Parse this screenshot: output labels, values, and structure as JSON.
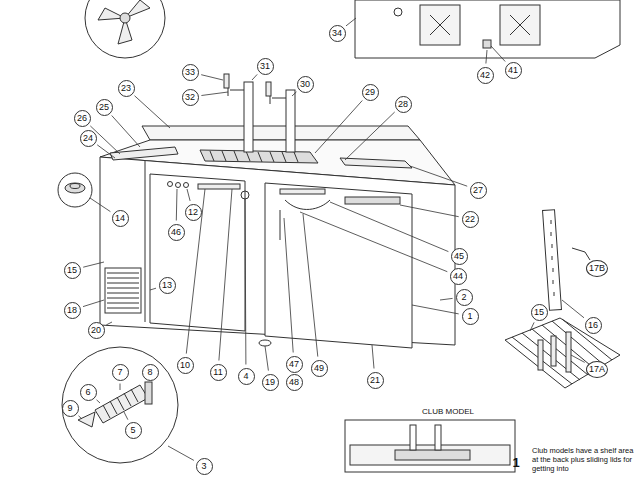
{
  "diagram": {
    "labels": [
      "34",
      "42",
      "41",
      "33",
      "31",
      "32",
      "30",
      "29",
      "28",
      "23",
      "25",
      "26",
      "24",
      "14",
      "12",
      "46",
      "27",
      "22",
      "45",
      "44",
      "2",
      "1",
      "17B",
      "16",
      "15",
      "15",
      "13",
      "18",
      "20",
      "10",
      "11",
      "4",
      "19",
      "47",
      "48",
      "49",
      "21",
      "17A",
      "7",
      "8",
      "6",
      "9",
      "5",
      "3",
      "CLUB MODEL",
      "1",
      "Club models have a shelf area at the back plus sliding lids for getting into"
    ]
  }
}
